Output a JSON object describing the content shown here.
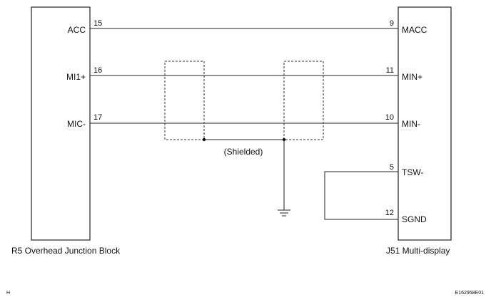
{
  "left_component": {
    "label": "R5  Overhead Junction Block",
    "pins": [
      {
        "name": "ACC",
        "number": "15"
      },
      {
        "name": "MI1+",
        "number": "16"
      },
      {
        "name": "MIC-",
        "number": "17"
      }
    ]
  },
  "right_component": {
    "label": "J51  Multi-display",
    "pins": [
      {
        "name": "MACC",
        "number": "9"
      },
      {
        "name": "MIN+",
        "number": "11"
      },
      {
        "name": "MIN-",
        "number": "10"
      },
      {
        "name": "TSW-",
        "number": "5"
      },
      {
        "name": "SGND",
        "number": "12"
      }
    ]
  },
  "shield_label": "(Shielded)",
  "footer": {
    "left": "H",
    "right": "E162958E01"
  }
}
